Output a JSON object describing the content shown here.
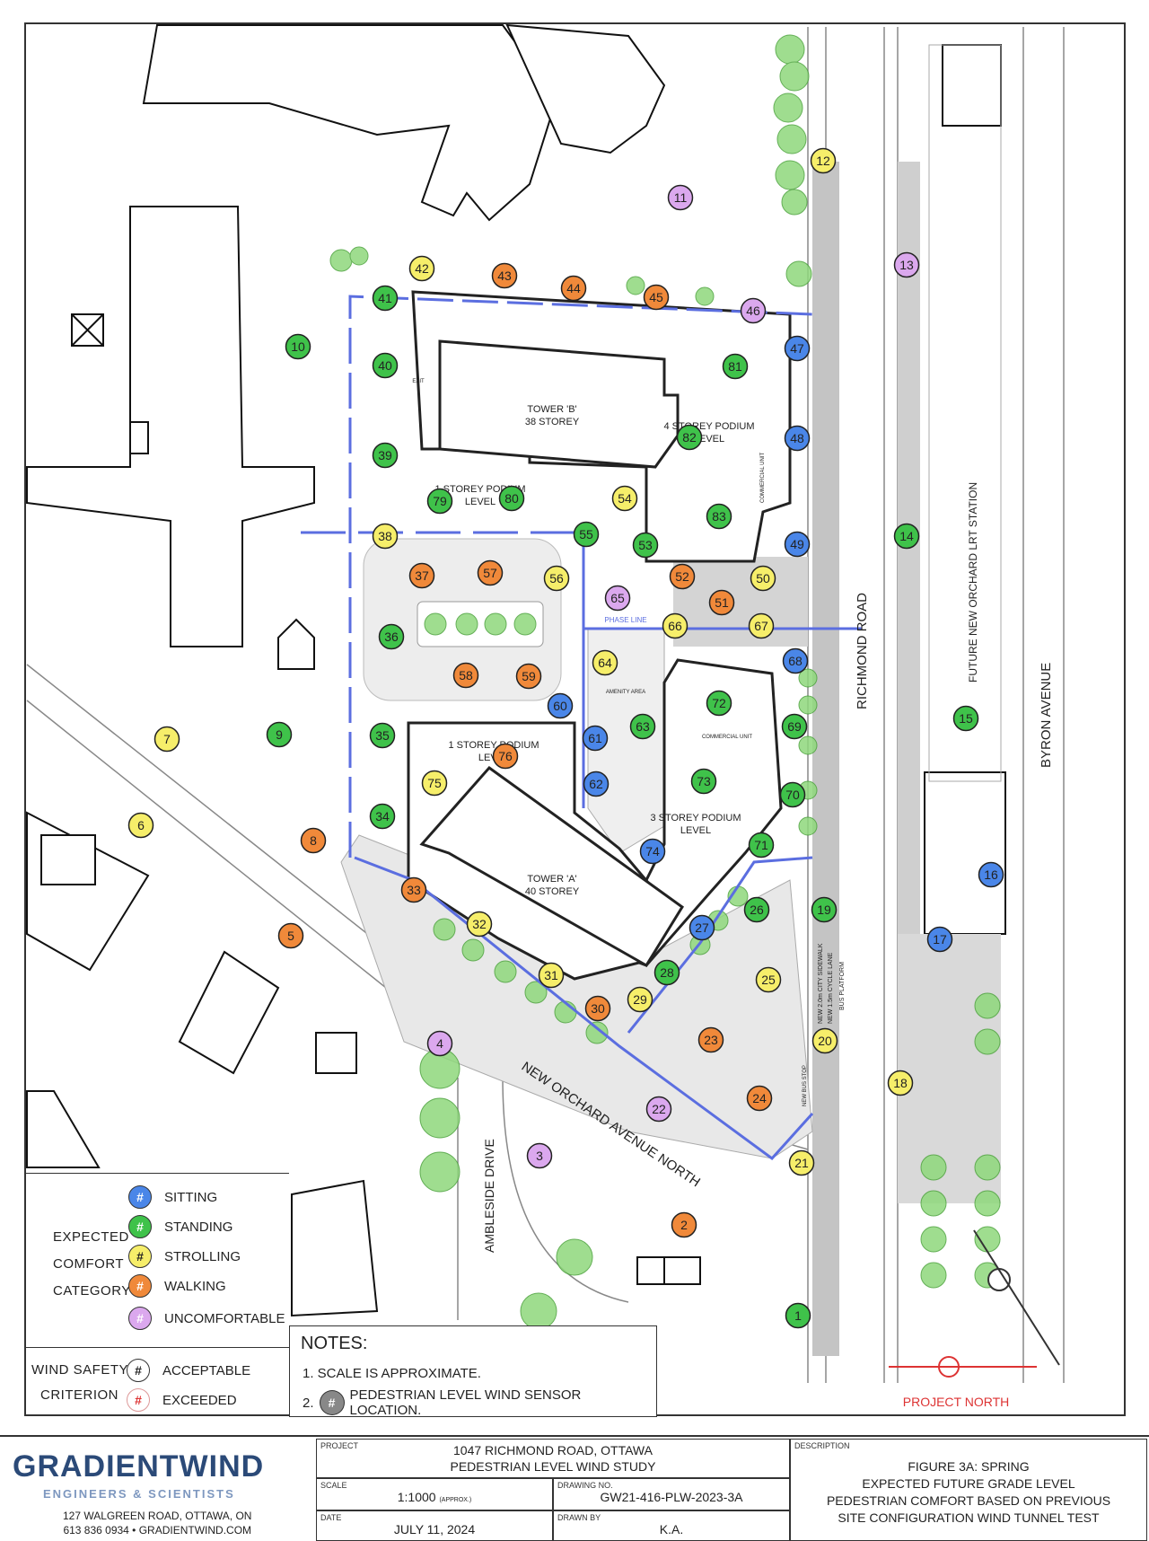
{
  "colors": {
    "sitting": "#4a86e8",
    "standing": "#3fc24a",
    "strolling": "#f6ee6a",
    "walking": "#f0893a",
    "uncomfortable": "#dba8ee",
    "boundary": "#5b6ee0",
    "vegetation": "#7ed36b"
  },
  "map": {
    "labels": {
      "tower_b": "TOWER 'B'",
      "tower_b_storey": "38 STOREY",
      "tower_a": "TOWER 'A'",
      "tower_a_storey": "40 STOREY",
      "podium_b": "4 STOREY PODIUM",
      "podium_b2": "LEVEL",
      "podium_b_west": "1 STOREY PODIUM",
      "podium_b_west2": "LEVEL",
      "podium_a": "1 STOREY PODIUM",
      "podium_a2": "LEVEL",
      "podium_3": "3 STOREY PODIUM",
      "podium_3b": "LEVEL",
      "phase_line": "PHASE LINE",
      "amenity": "AMENITY AREA",
      "commercial_1": "COMMERCIAL UNIT",
      "commercial_2": "COMMERCIAL UNIT",
      "exit": "EXIT",
      "richmond": "RICHMOND ROAD",
      "byron": "BYRON AVENUE",
      "lrt": "FUTURE NEW ORCHARD LRT STATION",
      "new_orchard": "NEW ORCHARD AVENUE NORTH",
      "ambleside": "AMBLESIDE DRIVE",
      "sidewalk": "NEW 2.0m CITY SIDEWALK",
      "cycle": "NEW 1.5m CYCLE LANE",
      "bus_platform": "BUS PLATFORM",
      "bus_stop": "NEW BUS STOP",
      "project_north": "PROJECT NORTH"
    },
    "sensors": [
      {
        "id": "1",
        "cat": "standing"
      },
      {
        "id": "2",
        "cat": "walking"
      },
      {
        "id": "3",
        "cat": "uncomfortable"
      },
      {
        "id": "4",
        "cat": "uncomfortable"
      },
      {
        "id": "5",
        "cat": "walking"
      },
      {
        "id": "6",
        "cat": "strolling"
      },
      {
        "id": "7",
        "cat": "strolling"
      },
      {
        "id": "8",
        "cat": "walking"
      },
      {
        "id": "9",
        "cat": "standing"
      },
      {
        "id": "10",
        "cat": "standing"
      },
      {
        "id": "11",
        "cat": "uncomfortable"
      },
      {
        "id": "12",
        "cat": "strolling"
      },
      {
        "id": "13",
        "cat": "uncomfortable"
      },
      {
        "id": "14",
        "cat": "standing"
      },
      {
        "id": "15",
        "cat": "standing"
      },
      {
        "id": "16",
        "cat": "sitting"
      },
      {
        "id": "17",
        "cat": "sitting"
      },
      {
        "id": "18",
        "cat": "strolling"
      },
      {
        "id": "19",
        "cat": "standing"
      },
      {
        "id": "20",
        "cat": "strolling"
      },
      {
        "id": "21",
        "cat": "strolling"
      },
      {
        "id": "22",
        "cat": "uncomfortable"
      },
      {
        "id": "23",
        "cat": "walking"
      },
      {
        "id": "24",
        "cat": "walking"
      },
      {
        "id": "25",
        "cat": "strolling"
      },
      {
        "id": "26",
        "cat": "standing"
      },
      {
        "id": "27",
        "cat": "sitting"
      },
      {
        "id": "28",
        "cat": "standing"
      },
      {
        "id": "29",
        "cat": "strolling"
      },
      {
        "id": "30",
        "cat": "walking"
      },
      {
        "id": "31",
        "cat": "strolling"
      },
      {
        "id": "32",
        "cat": "strolling"
      },
      {
        "id": "33",
        "cat": "walking"
      },
      {
        "id": "34",
        "cat": "standing"
      },
      {
        "id": "35",
        "cat": "standing"
      },
      {
        "id": "36",
        "cat": "standing"
      },
      {
        "id": "37",
        "cat": "walking"
      },
      {
        "id": "38",
        "cat": "strolling"
      },
      {
        "id": "39",
        "cat": "standing"
      },
      {
        "id": "40",
        "cat": "standing"
      },
      {
        "id": "41",
        "cat": "standing"
      },
      {
        "id": "42",
        "cat": "strolling"
      },
      {
        "id": "43",
        "cat": "walking"
      },
      {
        "id": "44",
        "cat": "walking"
      },
      {
        "id": "45",
        "cat": "walking"
      },
      {
        "id": "46",
        "cat": "uncomfortable"
      },
      {
        "id": "47",
        "cat": "sitting"
      },
      {
        "id": "48",
        "cat": "sitting"
      },
      {
        "id": "49",
        "cat": "sitting"
      },
      {
        "id": "50",
        "cat": "strolling"
      },
      {
        "id": "51",
        "cat": "walking"
      },
      {
        "id": "52",
        "cat": "walking"
      },
      {
        "id": "53",
        "cat": "standing"
      },
      {
        "id": "54",
        "cat": "strolling"
      },
      {
        "id": "55",
        "cat": "standing"
      },
      {
        "id": "56",
        "cat": "strolling"
      },
      {
        "id": "57",
        "cat": "walking"
      },
      {
        "id": "58",
        "cat": "walking"
      },
      {
        "id": "59",
        "cat": "walking"
      },
      {
        "id": "60",
        "cat": "sitting"
      },
      {
        "id": "61",
        "cat": "sitting"
      },
      {
        "id": "62",
        "cat": "sitting"
      },
      {
        "id": "63",
        "cat": "standing"
      },
      {
        "id": "64",
        "cat": "strolling"
      },
      {
        "id": "65",
        "cat": "uncomfortable"
      },
      {
        "id": "66",
        "cat": "strolling"
      },
      {
        "id": "67",
        "cat": "strolling"
      },
      {
        "id": "68",
        "cat": "sitting"
      },
      {
        "id": "69",
        "cat": "standing"
      },
      {
        "id": "70",
        "cat": "standing"
      },
      {
        "id": "71",
        "cat": "standing"
      },
      {
        "id": "72",
        "cat": "standing"
      },
      {
        "id": "73",
        "cat": "standing"
      },
      {
        "id": "74",
        "cat": "sitting"
      },
      {
        "id": "75",
        "cat": "strolling"
      },
      {
        "id": "76",
        "cat": "walking"
      },
      {
        "id": "79",
        "cat": "standing"
      },
      {
        "id": "80",
        "cat": "standing"
      },
      {
        "id": "81",
        "cat": "standing"
      },
      {
        "id": "82",
        "cat": "standing"
      },
      {
        "id": "83",
        "cat": "standing"
      }
    ]
  },
  "legend": {
    "title_lines": [
      "EXPECTED",
      "COMFORT",
      "CATEGORY"
    ],
    "categories": [
      {
        "key": "sitting",
        "label": "SITTING",
        "mark": "#"
      },
      {
        "key": "standing",
        "label": "STANDING",
        "mark": "#"
      },
      {
        "key": "strolling",
        "label": "STROLLING",
        "mark": "#"
      },
      {
        "key": "walking",
        "label": "WALKING",
        "mark": "#"
      },
      {
        "key": "uncomfortable",
        "label": "UNCOMFORTABLE",
        "mark": "#"
      }
    ],
    "safety_lines": [
      "WIND SAFETY",
      "CRITERION"
    ],
    "safety": [
      {
        "label": "ACCEPTABLE",
        "mark": "#"
      },
      {
        "label": "EXCEEDED",
        "mark": "#"
      }
    ]
  },
  "notes": {
    "title": "NOTES:",
    "item1": "1.  SCALE IS APPROXIMATE.",
    "item2_num": "2.",
    "item2_mark": "#",
    "item2_text": "PEDESTRIAN LEVEL WIND SENSOR LOCATION."
  },
  "titleblock": {
    "logo": "GRADIENTWIND",
    "logo_sub": "ENGINEERS & SCIENTISTS",
    "address1": "127 WALGREEN ROAD, OTTAWA, ON",
    "address2": "613 836 0934 • GRADIENTWIND.COM",
    "project_label": "PROJECT",
    "project_line1": "1047 RICHMOND ROAD, OTTAWA",
    "project_line2": "PEDESTRIAN LEVEL WIND STUDY",
    "scale_label": "SCALE",
    "scale": "1:1000",
    "scale_note": "(APPROX.)",
    "drawing_label": "DRAWING NO.",
    "drawing": "GW21-416-PLW-2023-3A",
    "date_label": "DATE",
    "date": "JULY 11, 2024",
    "drawn_label": "DRAWN BY",
    "drawn": "K.A.",
    "desc_label": "DESCRIPTION",
    "desc1": "FIGURE 3A: SPRING",
    "desc2": "EXPECTED FUTURE GRADE LEVEL",
    "desc3": "PEDESTRIAN COMFORT BASED ON PREVIOUS",
    "desc4": "SITE CONFIGURATION WIND TUNNEL TEST"
  }
}
